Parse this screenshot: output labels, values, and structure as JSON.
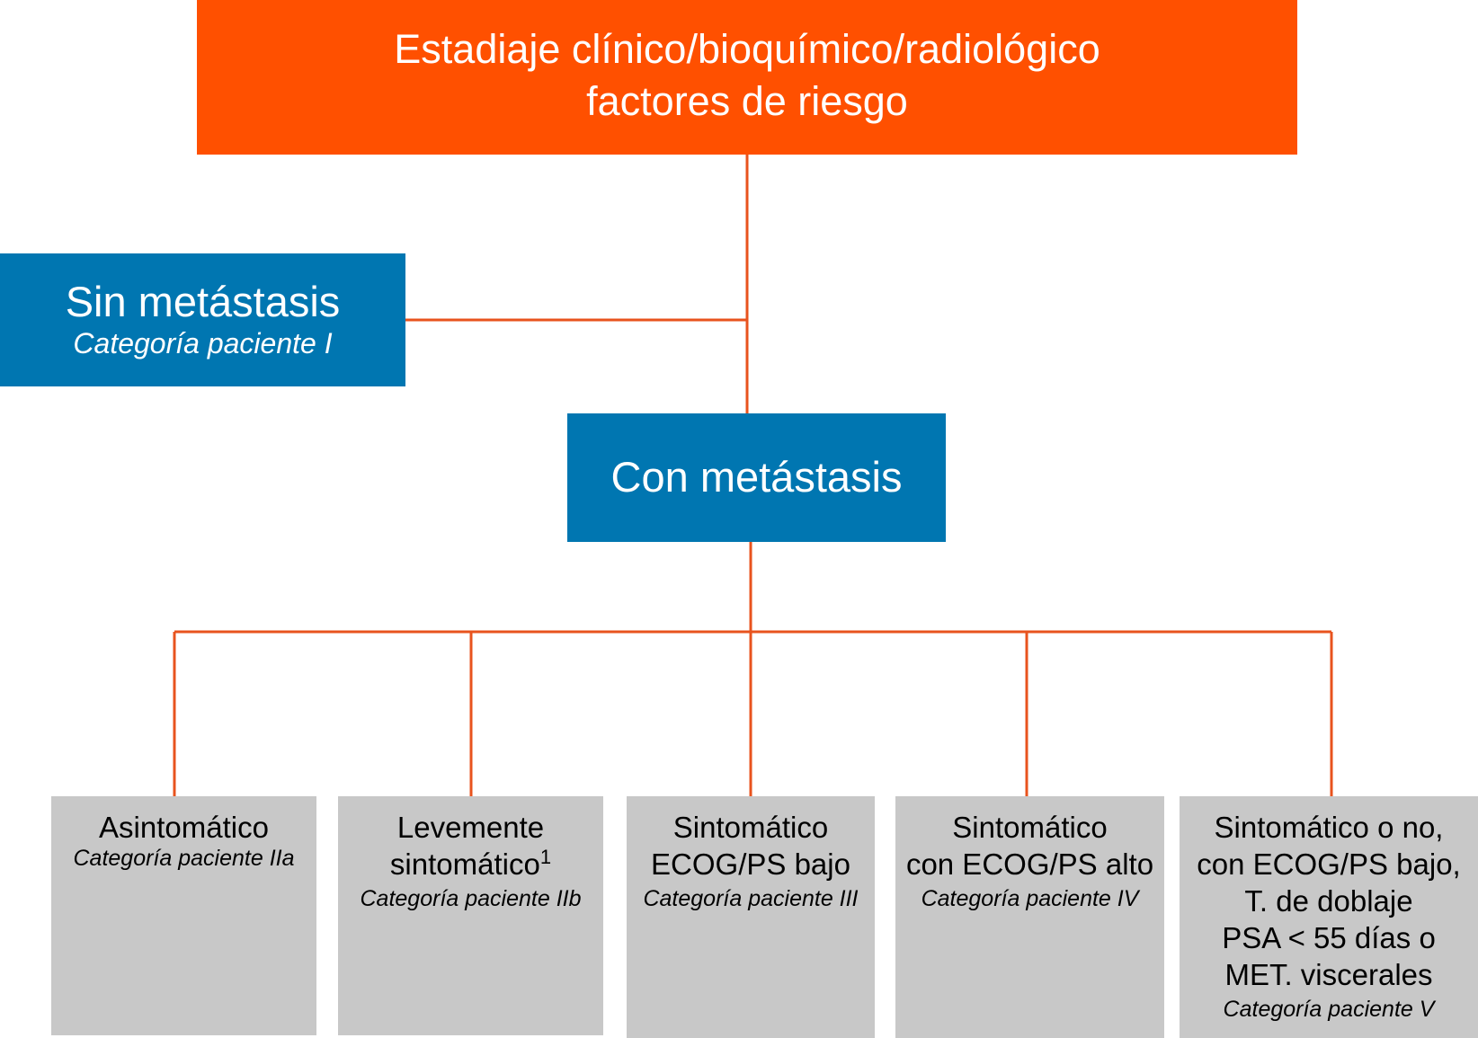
{
  "root": {
    "line1": "Estadiaje clínico/bioquímico/radiológico",
    "line2": "factores de riesgo"
  },
  "no_metastasis": {
    "title": "Sin metástasis",
    "category": "Categoría paciente I"
  },
  "metastasis": {
    "title": "Con metástasis"
  },
  "leaves": [
    {
      "lines": [
        "Asintomático"
      ],
      "category": "Categoría paciente IIa"
    },
    {
      "lines": [
        "Levemente",
        "sintomático"
      ],
      "superscript": "1",
      "category": "Categoría paciente IIb"
    },
    {
      "lines": [
        "Sintomático",
        "ECOG/PS bajo"
      ],
      "category": "Categoría paciente III"
    },
    {
      "lines": [
        "Sintomático",
        "con ECOG/PS alto"
      ],
      "category": "Categoría paciente IV"
    },
    {
      "lines": [
        "Sintomático o no,",
        "con ECOG/PS bajo,",
        "T. de doblaje",
        "PSA < 55 días o",
        "MET. viscerales"
      ],
      "category": "Categoría paciente V"
    }
  ],
  "colors": {
    "root": "#ff5000",
    "branch": "#0076b1",
    "leaf": "#c8c8c8",
    "connector": "#e8531e"
  }
}
